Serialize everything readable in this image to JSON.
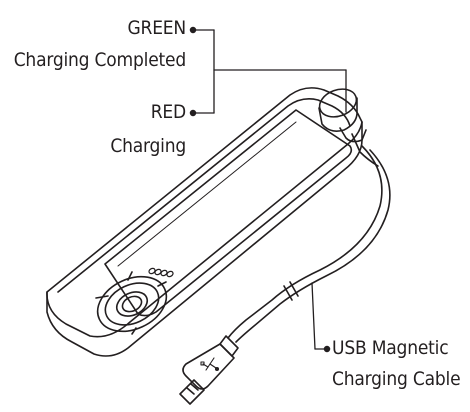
{
  "labels": {
    "green_title": "GREEN",
    "green_desc": "Charging Completed",
    "red_title": "RED",
    "red_desc": "Charging",
    "cable_line1": "USB Magnetic",
    "cable_line2": "Charging Cable"
  },
  "colors": {
    "ink": "#231f20",
    "background": "#ffffff"
  }
}
